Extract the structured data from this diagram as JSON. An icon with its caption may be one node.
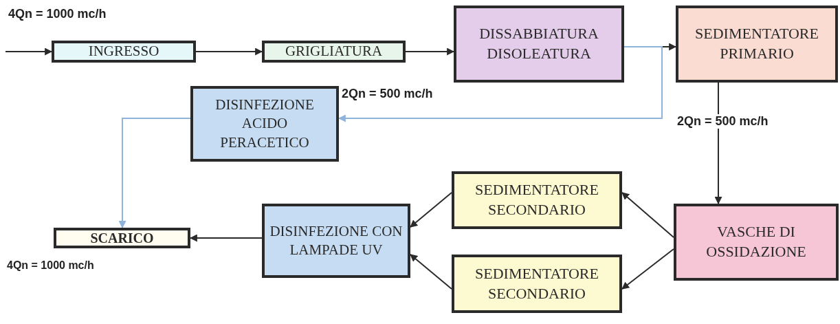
{
  "diagram": {
    "nodes": [
      {
        "text": [
          "INGRESSO"
        ]
      },
      {
        "text": [
          "GRIGLIATURA"
        ]
      },
      {
        "text": [
          "DISSABBIATURA DISOLEATURA"
        ]
      },
      {
        "text": [
          "SEDIMENTATORE PRIMARIO"
        ]
      },
      {
        "text": [
          "DISINFEZIONE ACIDO PERACETICO"
        ]
      },
      {
        "text": [
          "SEDIMENTATORE SECONDARIO"
        ]
      },
      {
        "text": [
          "VASCHE DI OSSIDAZIONE"
        ]
      },
      {
        "text": [
          "DISINFEZIONE CON LAMPADE UV"
        ]
      },
      {
        "text": [
          "SCARICO"
        ]
      },
      {
        "text": [
          "SEDIMENTATORE SECONDARIO"
        ]
      }
    ],
    "edges": [
      {
        "from": null,
        "to": 0,
        "arrow": "to"
      },
      {
        "from": 0,
        "to": 1,
        "arrow": "to"
      },
      {
        "from": 1,
        "to": 2,
        "arrow": "to"
      },
      {
        "from": 2,
        "to": 3,
        "arrow": "to"
      },
      {
        "from": 2,
        "to": 4,
        "arrow": "to",
        "color": "#8fb4dc"
      },
      {
        "from": 4,
        "to": 8,
        "arrow": "to",
        "color": "#8fb4dc"
      },
      {
        "from": 3,
        "to": 6,
        "arrow": "to",
        "label": "2Qn = 500 mc/h"
      },
      {
        "from": 6,
        "to": 5,
        "arrow": "to"
      },
      {
        "from": 6,
        "to": 9,
        "arrow": "to"
      },
      {
        "from": 5,
        "to": 7,
        "arrow": "to"
      },
      {
        "from": 9,
        "to": 7,
        "arrow": "to"
      },
      {
        "from": 7,
        "to": 8,
        "arrow": "to"
      }
    ],
    "labels": [
      "4Qn = 1000 mc/h",
      "2Qn = 500 mc/h",
      "4Qn = 1000 mc/h"
    ]
  }
}
